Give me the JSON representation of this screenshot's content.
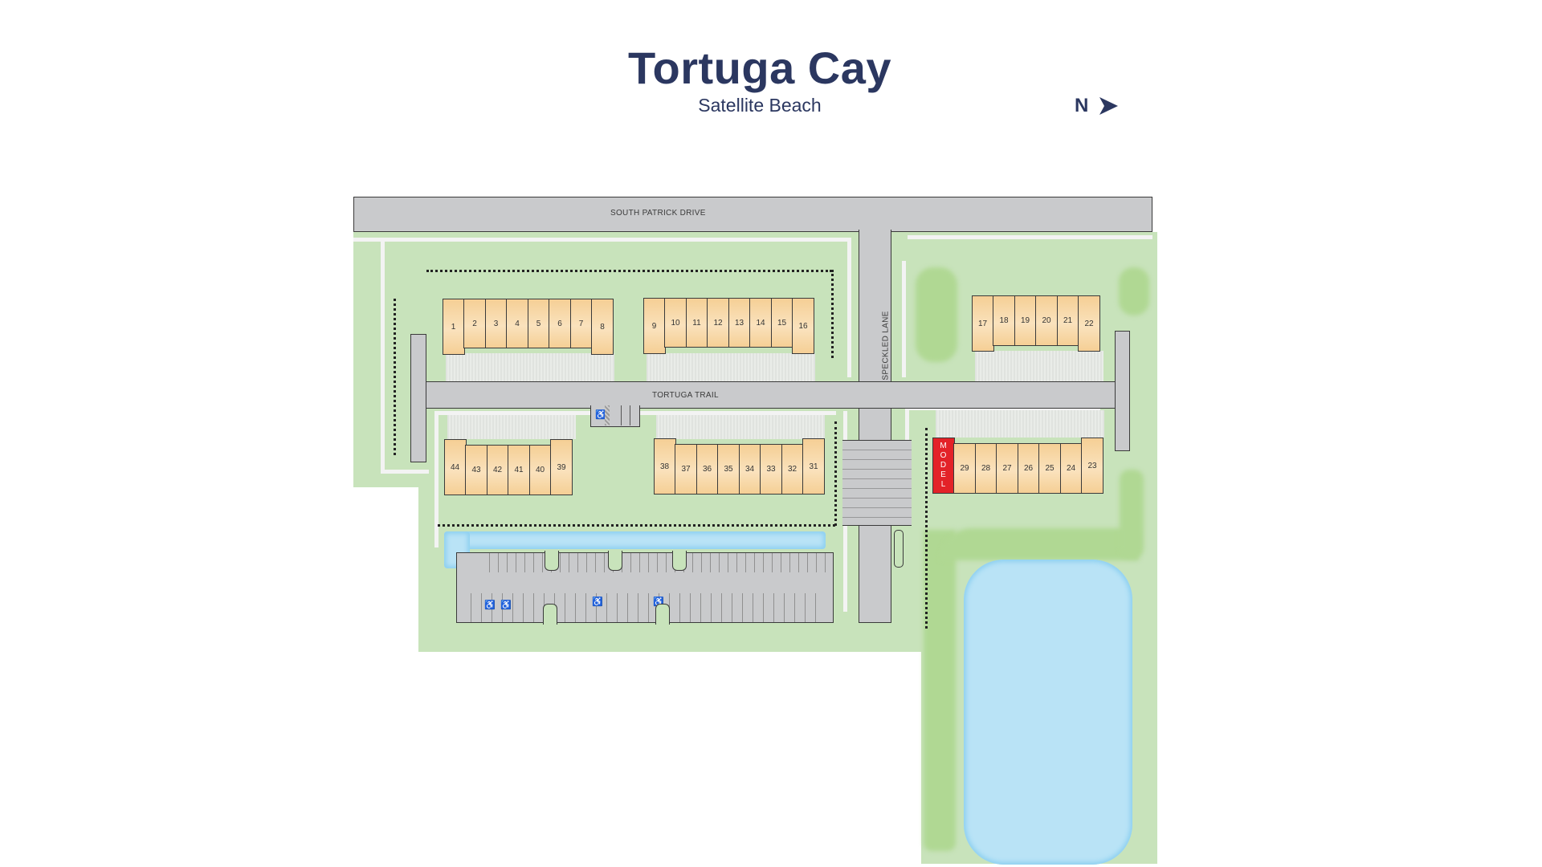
{
  "header": {
    "title": "Tortuga Cay",
    "subtitle": "Satellite Beach",
    "compass_label": "N",
    "compass_icon": "north-arrow-icon"
  },
  "streets": {
    "south_patrick": "SOUTH PATRICK DRIVE",
    "speckled": "SPECKLED LANE",
    "tortuga": "TORTUGA TRAIL"
  },
  "colors": {
    "title": "#2b3760",
    "green_space": "#c8e3bb",
    "road": "#c9cacc",
    "unit": "#f5cf95",
    "model_unit": "#e32228",
    "water": "#b9e3f6"
  },
  "buildings": {
    "row_a_west": [
      "1",
      "2",
      "3",
      "4",
      "5",
      "6",
      "7",
      "8"
    ],
    "row_a_east": [
      "9",
      "10",
      "11",
      "12",
      "13",
      "14",
      "15",
      "16"
    ],
    "row_b_east": [
      "17",
      "18",
      "19",
      "20",
      "21",
      "22"
    ],
    "row_c_west": [
      "44",
      "43",
      "42",
      "41",
      "40",
      "39"
    ],
    "row_c_east": [
      "38",
      "37",
      "36",
      "35",
      "34",
      "33",
      "32",
      "31"
    ],
    "row_d_east": [
      "MODEL",
      "29",
      "28",
      "27",
      "26",
      "25",
      "24",
      "23"
    ]
  },
  "model_label": "MODEL",
  "amenities": {
    "accessible_parking_icon": "wheelchair-icon"
  }
}
